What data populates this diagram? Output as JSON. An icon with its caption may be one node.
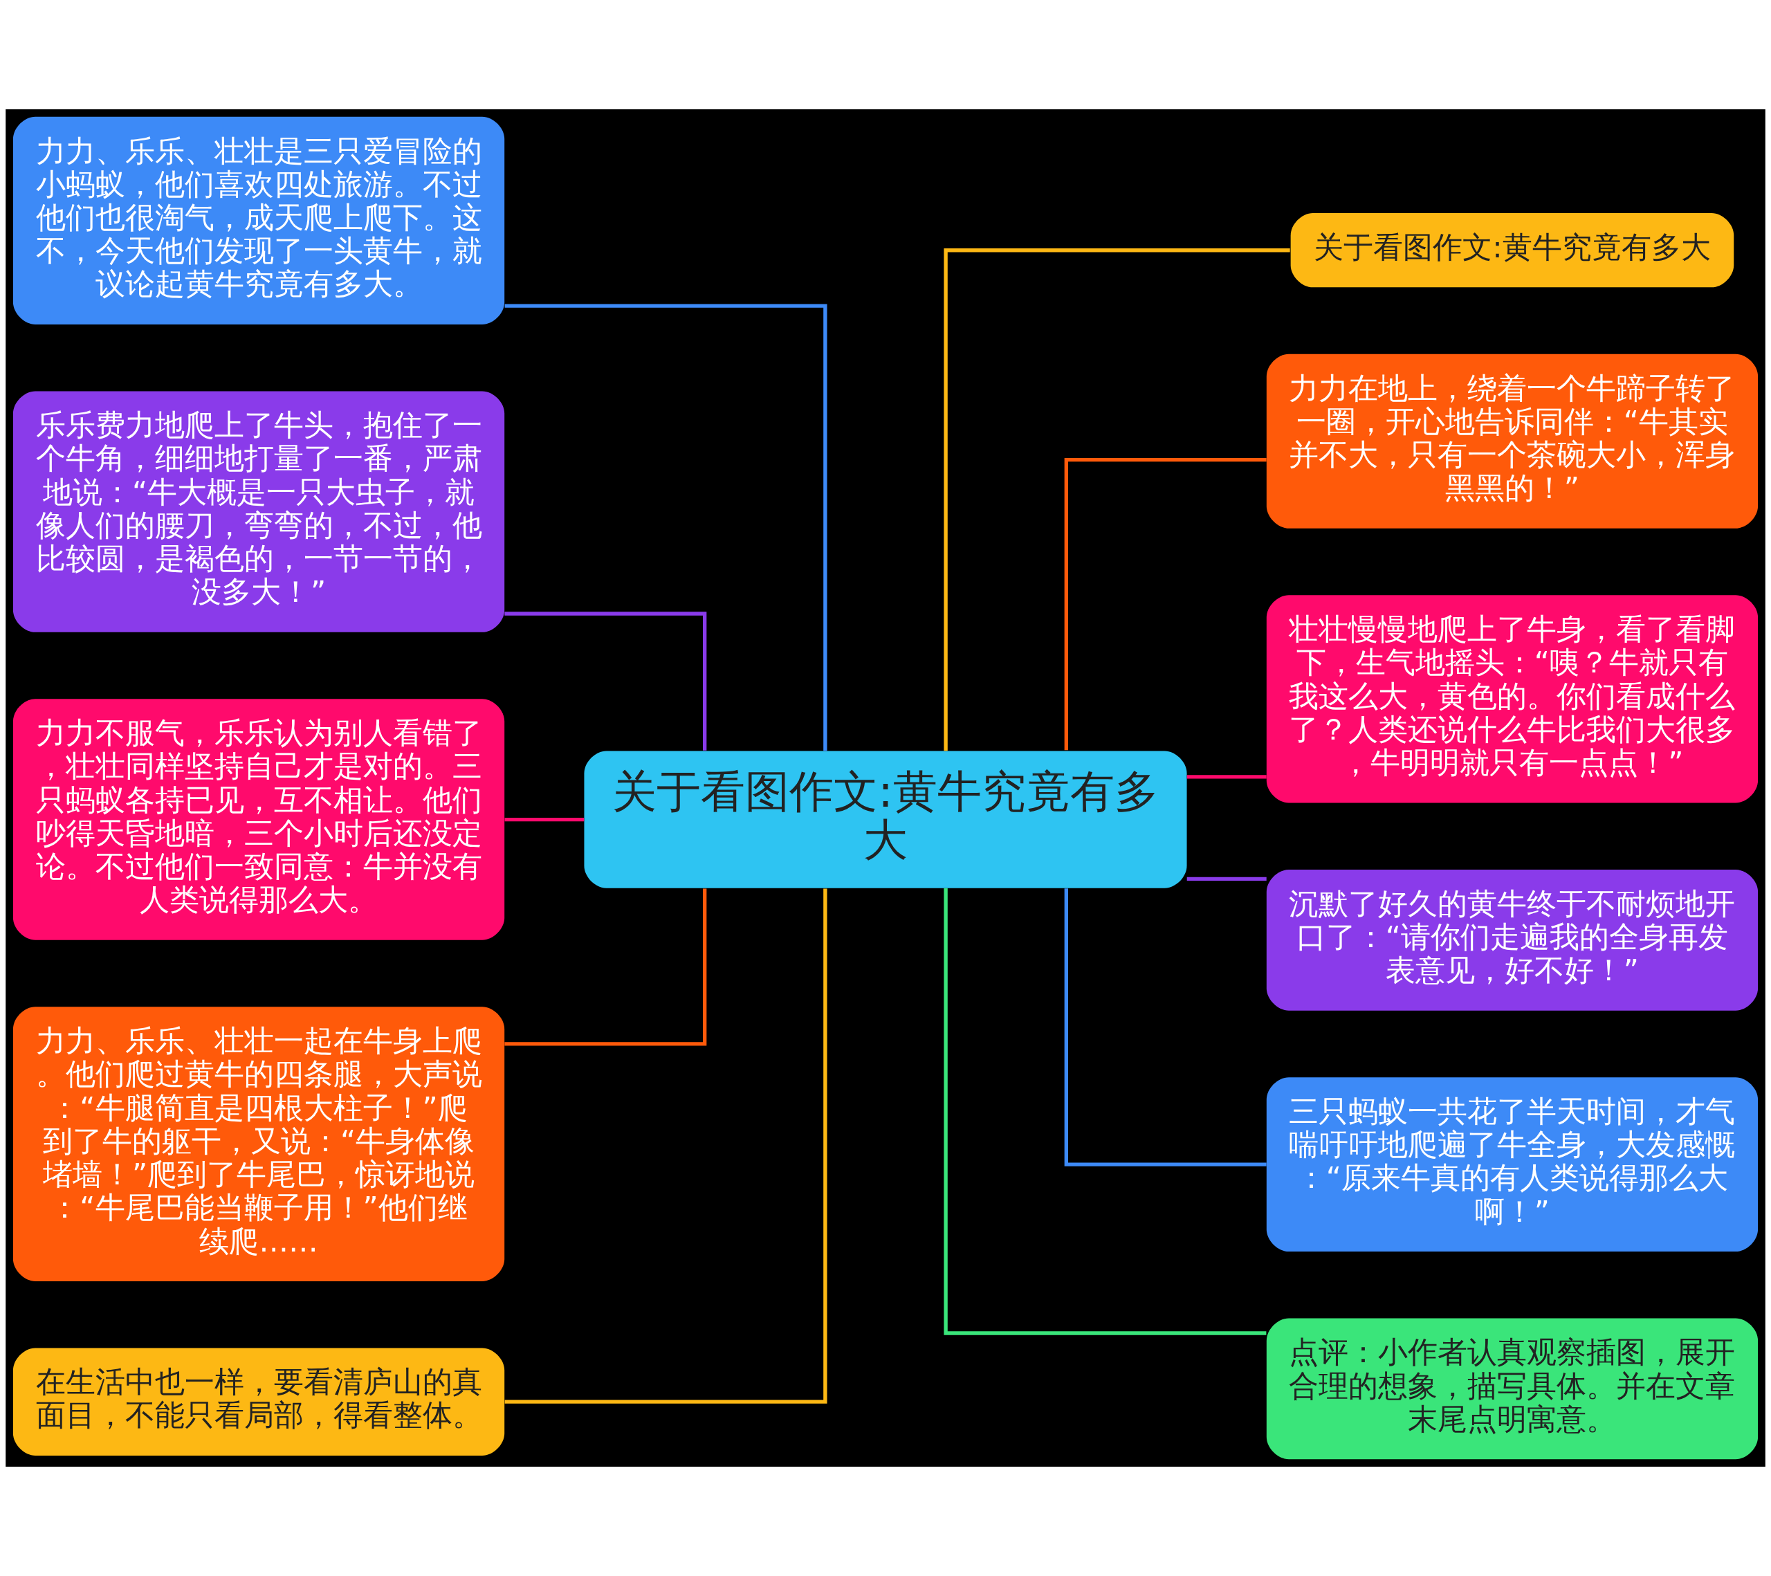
{
  "diagram": {
    "nodes": [
      {
        "text": [
          "关于看图作文:黄牛究竟有多大"
        ]
      },
      {
        "text": [
          "力力、乐乐、壮壮是三只爱冒险的小蚂蚁，他们喜欢四处旅游。不过他们也很淘气，成天爬上爬下。这不，今天他们发现了一头黄牛，就议论起黄牛究竟有多大。"
        ]
      },
      {
        "text": [
          "乐乐费力地爬上了牛头，抱住了一个牛角，细细地打量了一番，严肃地说：“牛大概是一只大虫子，就像人们的腰刀，弯弯的，不过，他比较圆，是褐色的，一节一节的，没多大！”"
        ]
      },
      {
        "text": [
          "力力不服气，乐乐认为别人看错了，壮壮同样坚持自己才是对的。三只蚂蚁各持已见，互不相让。他们吵得天昏地暗，三个小时后还没定论。不过他们一致同意：牛并没有人类说得那么大。"
        ]
      },
      {
        "text": [
          "力力、乐乐、壮壮一起在牛身上爬。他们爬过黄牛的四条腿，大声说：“牛腿简直是四根大柱子！”爬到了牛的躯干，又说：“牛身体像堵墙！”爬到了牛尾巴，惊讶地说：“牛尾巴能当鞭子用！”他们继续爬……"
        ]
      },
      {
        "text": [
          "在生活中也一样，要看清庐山的真面目，不能只看局部，得看整体。"
        ]
      },
      {
        "text": [
          "关于看图作文:黄牛究竟有多大"
        ]
      },
      {
        "text": [
          "力力在地上，绕着一个牛蹄子转了一圈，开心地告诉同伴：“牛其实并不大，只有一个茶碗大小，浑身黑黑的！”"
        ]
      },
      {
        "text": [
          "壮壮慢慢地爬上了牛身，看了看脚下，生气地摇头：“咦？牛就只有我这么大，黄色的。你们看成什么了？人类还说什么牛比我们大很多，牛明明就只有一点点！”"
        ]
      },
      {
        "text": [
          "沉默了好久的黄牛终于不耐烦地开口了：“请你们走遍我的全身再发表意见，好不好！”"
        ]
      },
      {
        "text": [
          "三只蚂蚁一共花了半天时间，才气喘吁吁地爬遍了牛全身，大发感慨：“原来牛真的有人类说得那么大啊！”"
        ]
      },
      {
        "text": [
          "点评：小作者认真观察插图，展开合理的想象，描写具体。并在文章末尾点明寓意。"
        ]
      }
    ],
    "edges": [
      {
        "from": 0,
        "to": 1,
        "arrow": "none",
        "color": "#3d8af7"
      },
      {
        "from": 0,
        "to": 2,
        "arrow": "none",
        "color": "#8a3bea"
      },
      {
        "from": 0,
        "to": 3,
        "arrow": "none",
        "color": "#ff0a6c"
      },
      {
        "from": 0,
        "to": 4,
        "arrow": "none",
        "color": "#ff5a0a"
      },
      {
        "from": 0,
        "to": 5,
        "arrow": "none",
        "color": "#fdb814"
      },
      {
        "from": 0,
        "to": 6,
        "arrow": "none",
        "color": "#fdb814"
      },
      {
        "from": 0,
        "to": 7,
        "arrow": "none",
        "color": "#ff5a0a"
      },
      {
        "from": 0,
        "to": 8,
        "arrow": "none",
        "color": "#ff0a6c"
      },
      {
        "from": 0,
        "to": 9,
        "arrow": "none",
        "color": "#8a3bea"
      },
      {
        "from": 0,
        "to": 10,
        "arrow": "none",
        "color": "#3d8af7"
      },
      {
        "from": 0,
        "to": 11,
        "arrow": "none",
        "color": "#3ae57a"
      }
    ]
  }
}
